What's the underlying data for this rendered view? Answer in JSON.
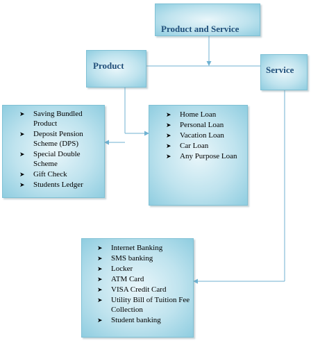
{
  "root": {
    "title": "Product and Service"
  },
  "product": {
    "title": "Product"
  },
  "service": {
    "title": "Service"
  },
  "product_items": [
    "Saving Bundled Product",
    "Deposit Pension Scheme (DPS)",
    "Special Double Scheme",
    "Gift Check",
    "Students Ledger"
  ],
  "loan_items": [
    "Home Loan",
    "Personal Loan",
    "Vacation Loan",
    "Car Loan",
    "Any Purpose Loan"
  ],
  "service_items": [
    "Internet Banking",
    "SMS banking",
    "Locker",
    "ATM Card",
    "VISA Credit Card",
    "Utility Bill of Tuition Fee Collection",
    "Student banking"
  ],
  "colors": {
    "line": "#6fb2d2",
    "title": "#1f4e79"
  },
  "bullet_icon": "arrow-bullet-icon"
}
